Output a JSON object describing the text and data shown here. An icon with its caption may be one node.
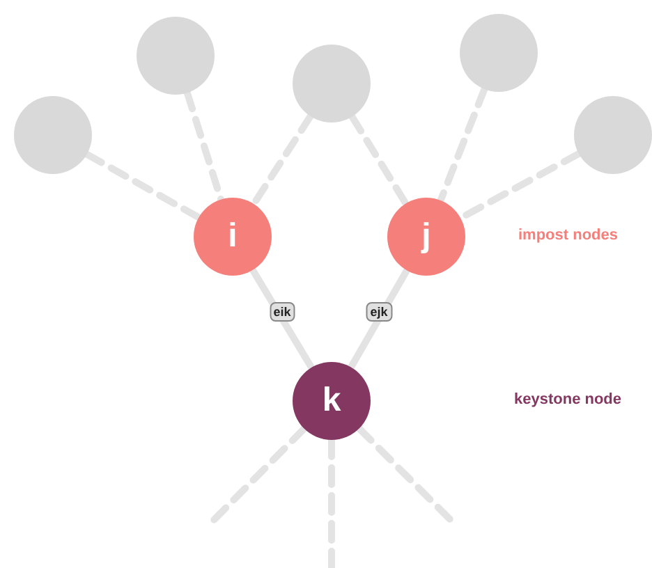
{
  "diagram": {
    "nodes": [
      {
        "text": [],
        "shape": "circle"
      },
      {
        "text": [],
        "shape": "circle"
      },
      {
        "text": [],
        "shape": "circle"
      },
      {
        "text": [],
        "shape": "circle"
      },
      {
        "text": [],
        "shape": "circle"
      },
      {
        "text": [
          "i"
        ]
      },
      {
        "text": [
          "j"
        ]
      },
      {
        "text": [
          "k"
        ]
      }
    ],
    "edges": [
      {
        "from": 0,
        "to": 5,
        "arrow": "none",
        "style": "dashed"
      },
      {
        "from": 1,
        "to": 5,
        "arrow": "none",
        "style": "dashed"
      },
      {
        "from": 2,
        "to": 5,
        "arrow": "none",
        "style": "dashed"
      },
      {
        "from": 2,
        "to": 6,
        "arrow": "none",
        "style": "dashed"
      },
      {
        "from": 3,
        "to": 6,
        "arrow": "none",
        "style": "dashed"
      },
      {
        "from": 4,
        "to": 6,
        "arrow": "none",
        "style": "dashed"
      },
      {
        "from": 5,
        "to": 7,
        "arrow": "none",
        "label": "eik"
      },
      {
        "from": 6,
        "to": 7,
        "arrow": "none",
        "label": "ejk"
      },
      {
        "from": 7,
        "to": null,
        "arrow": "none",
        "style": "dashed"
      },
      {
        "from": 7,
        "to": null,
        "arrow": "none",
        "style": "dashed"
      },
      {
        "from": 7,
        "to": null,
        "arrow": "none",
        "style": "dashed"
      }
    ],
    "labels": [
      "impost nodes",
      "keystone node"
    ]
  }
}
